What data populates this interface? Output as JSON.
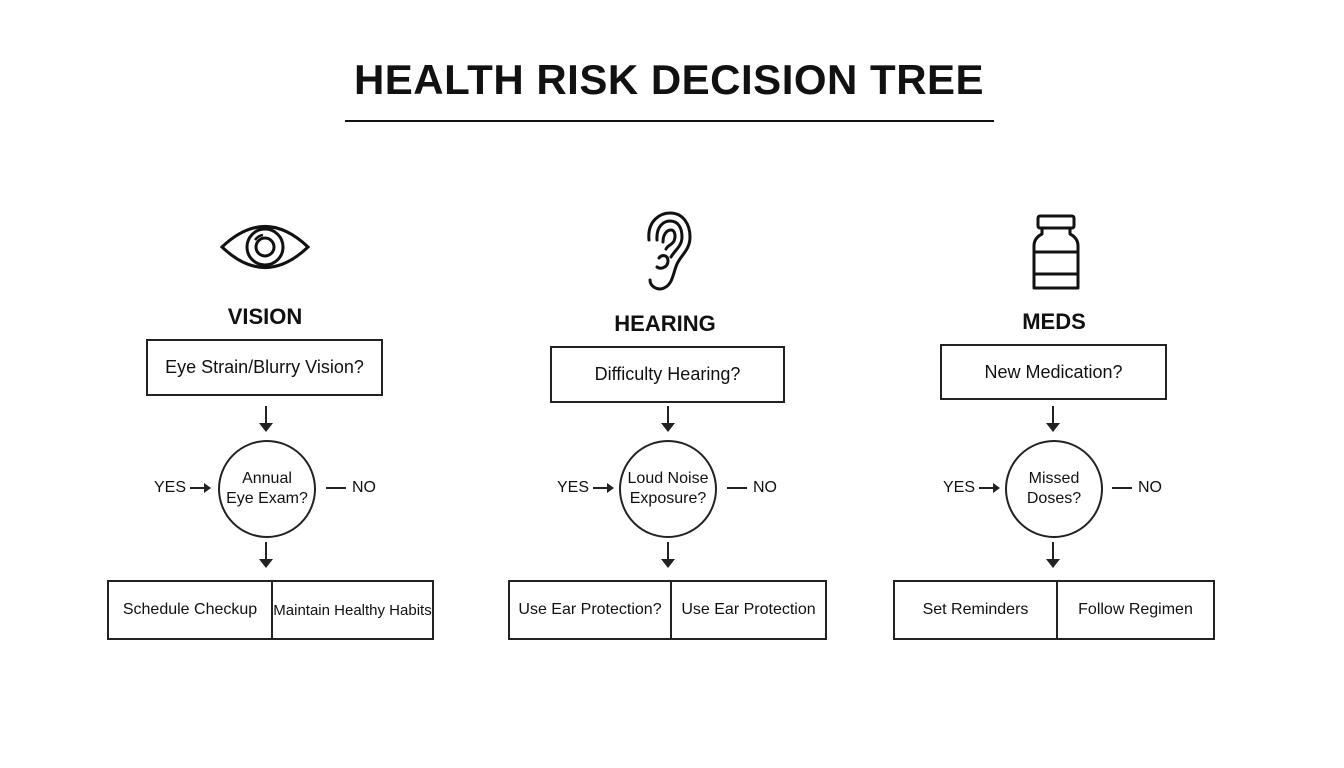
{
  "title": "HEALTH RISK DECISION TREE",
  "branches": [
    {
      "icon": "eye-icon",
      "label": "VISION",
      "question": "Eye Strain/Blurry Vision?",
      "decision_line1": "Annual",
      "decision_line2": "Eye Exam?",
      "yes": "YES",
      "no": "NO",
      "outcomes": [
        "Schedule Checkup",
        "Maintain Healthy Habits"
      ]
    },
    {
      "icon": "ear-icon",
      "label": "HEARING",
      "question": "Difficulty Hearing?",
      "decision_line1": "Loud Noise",
      "decision_line2": "Exposure?",
      "yes": "YES",
      "no": "NO",
      "outcomes": [
        "Use Ear Protection?",
        "Use Ear Protection"
      ]
    },
    {
      "icon": "medicine-bottle-icon",
      "label": "MEDS",
      "question": "New Medication?",
      "decision_line1": "Missed",
      "decision_line2": "Doses?",
      "yes": "YES",
      "no": "NO",
      "outcomes": [
        "Set Reminders",
        "Follow Regimen"
      ]
    }
  ]
}
